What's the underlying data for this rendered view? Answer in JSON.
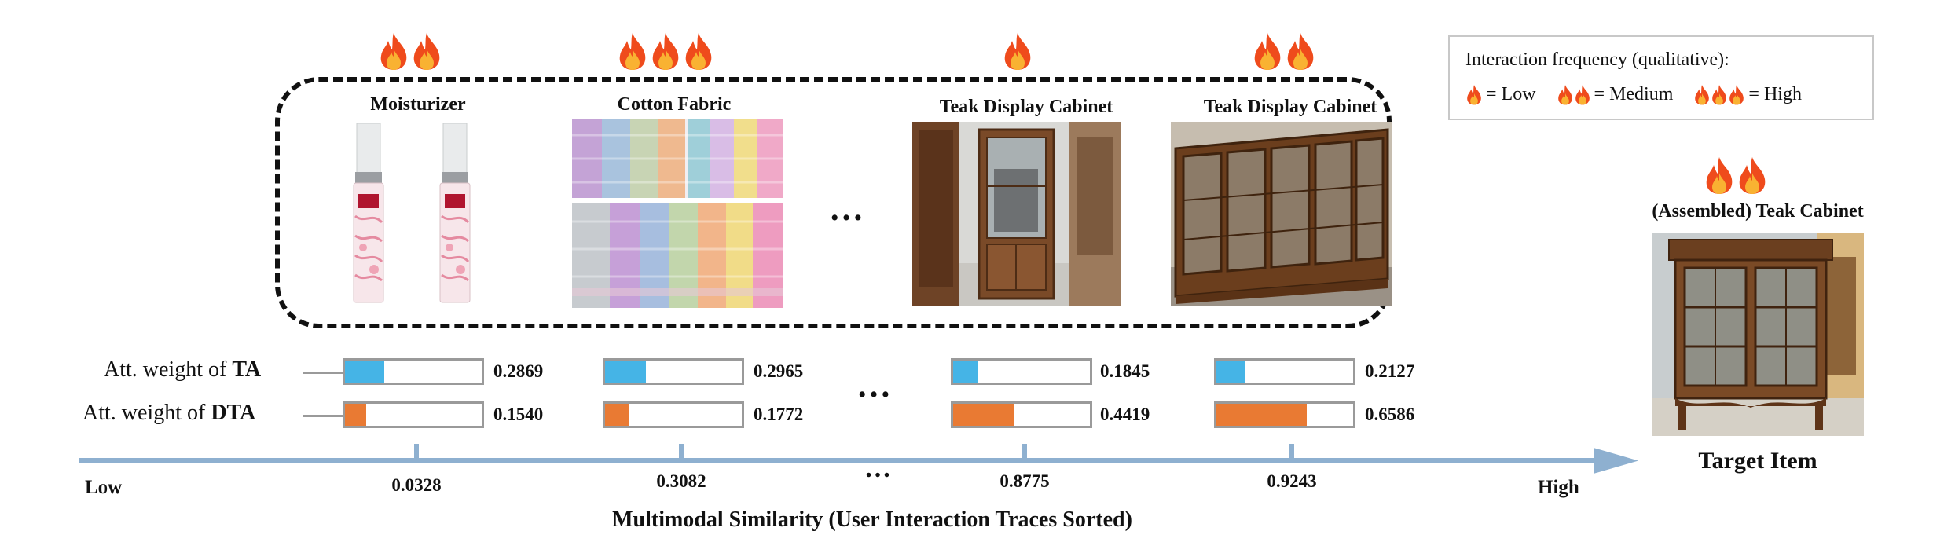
{
  "colors": {
    "ta_bar": "#45b4e6",
    "dta_bar": "#e97a33",
    "axis": "#8eb0d0",
    "bar_border": "#9a9a9a",
    "flame_outer": "#ef4b1c",
    "flame_inner": "#f9b232"
  },
  "legend": {
    "title": "Interaction frequency (qualitative):",
    "low_label": "= Low",
    "medium_label": "= Medium",
    "high_label": "= High",
    "levels": {
      "low": 1,
      "medium": 2,
      "high": 3
    }
  },
  "items": [
    {
      "label": "Moisturizer",
      "flames": 2,
      "ta_weight": 0.2869,
      "ta_label": "0.2869",
      "dta_weight": 0.154,
      "dta_label": "0.1540",
      "similarity": "0.0328",
      "thumb": "moisturizer-icon"
    },
    {
      "label": "Cotton Fabric",
      "flames": 3,
      "ta_weight": 0.2965,
      "ta_label": "0.2965",
      "dta_weight": 0.1772,
      "dta_label": "0.1772",
      "similarity": "0.3082",
      "thumb": "fabric-icon"
    },
    {
      "label": "Teak Display Cabinet",
      "flames": 1,
      "ta_weight": 0.1845,
      "ta_label": "0.1845",
      "dta_weight": 0.4419,
      "dta_label": "0.4419",
      "similarity": "0.8775",
      "thumb": "display-cabinet-icon"
    },
    {
      "label": "Teak Display Cabinet",
      "flames": 2,
      "ta_weight": 0.2127,
      "ta_label": "0.2127",
      "dta_weight": 0.6586,
      "dta_label": "0.6586",
      "similarity": "0.9243",
      "thumb": "wide-cabinet-icon"
    }
  ],
  "ellipsis": "…",
  "row_labels": {
    "ta_prefix": "Att. weight of ",
    "ta_bold": "TA",
    "dta_prefix": "Att. weight of ",
    "dta_bold": "DTA"
  },
  "axis": {
    "low": "Low",
    "high": "High",
    "title": "Multimodal Similarity (User Interaction Traces Sorted)"
  },
  "target": {
    "flames": 2,
    "name": "(Assembled) Teak Cabinet",
    "caption": "Target Item",
    "thumb": "target-cabinet-icon"
  }
}
